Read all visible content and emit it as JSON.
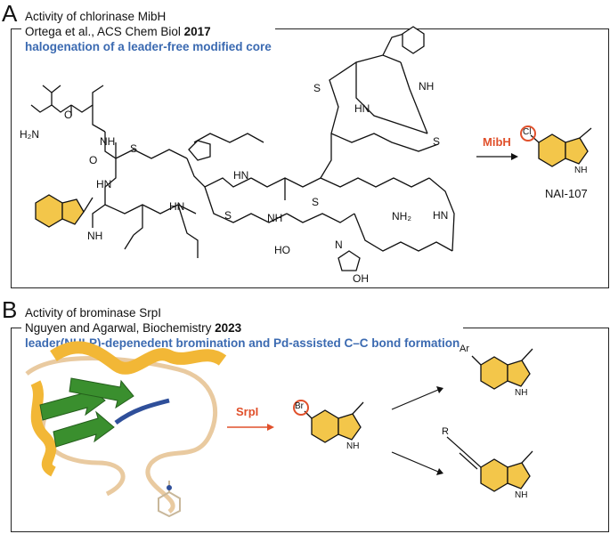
{
  "panelA": {
    "letter": "A",
    "line1": "Activity of chlorinase MibH",
    "line2_prefix": "Ortega et al., ACS Chem Biol ",
    "line2_year": "2017",
    "line3": "halogenation of a leader-free modified core",
    "enzyme": "MibH",
    "halogen": "Cl",
    "nh": "NH",
    "product": "NAI-107"
  },
  "panelB": {
    "letter": "B",
    "line1": "Activity of brominase SrpI",
    "line2_prefix": "Nguyen and Agarwal, Biochemistry ",
    "line2_year": "2023",
    "line3": "leader(NHLP)-depenedent bromination and Pd-assisted C–C bond formation",
    "enzyme": "SrpI",
    "halogen": "Br",
    "nh": "NH",
    "r_aryl": "Ar",
    "r_alkyne": "R"
  },
  "colors": {
    "indole_fill": "#f3c64a",
    "enzyme_red": "#e0502b",
    "subtitle_blue": "#3b6ab1",
    "helix_orange": "#f2b736",
    "strand_green": "#3a8f2e",
    "loop_tan": "#e9caa0",
    "loop_blue": "#2f4f9a"
  },
  "atoms": {
    "h2n": "H₂N",
    "o": "O",
    "nh": "NH",
    "hn": "HN",
    "s": "S",
    "n": "N",
    "h": "H",
    "ho": "HO",
    "oh": "OH",
    "nh2": "NH₂",
    "nh_h": "N\nH"
  }
}
